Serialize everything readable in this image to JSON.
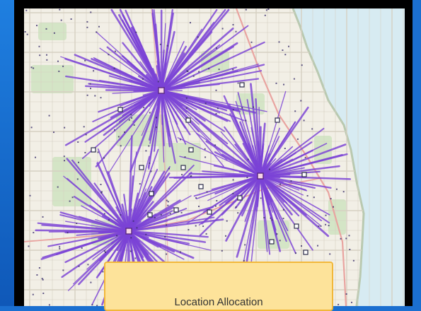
{
  "caption": "Location Allocation",
  "colors": {
    "allocation_lines": "#7b43d6",
    "land": "#f2efe6",
    "water": "#d7ebf2",
    "park": "#cfe3c0",
    "roads": "#d6d0c2",
    "highway": "#e9a4a0",
    "facility_fill": "#f7d6e6",
    "demand_point": "#3b2f6b"
  },
  "map_features": {
    "chosen_facilities": 3,
    "candidate_facilities": 18,
    "basemap": "street-map"
  }
}
